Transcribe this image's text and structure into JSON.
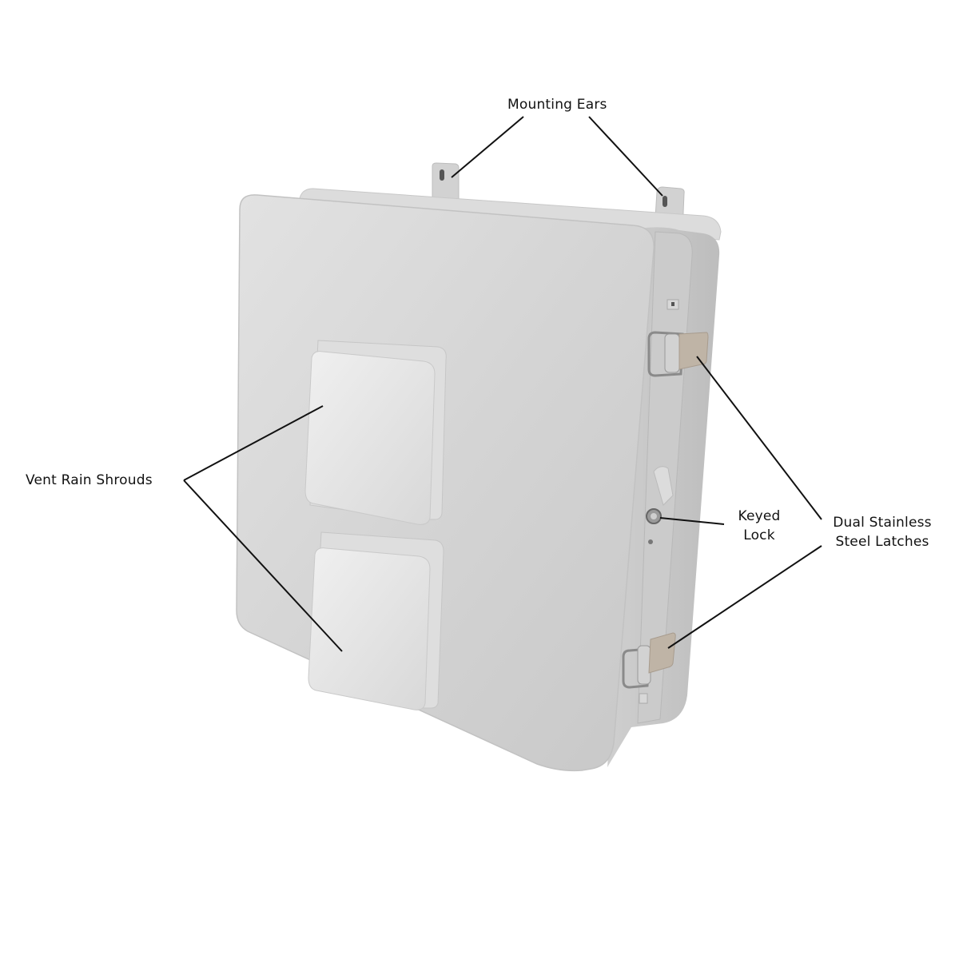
{
  "diagram": {
    "subject": "Non-metallic electrical enclosure with vent rain shrouds",
    "colors": {
      "background": "#ffffff",
      "enclosure_front": "#d6d6d6",
      "enclosure_side": "#c4c4c4",
      "enclosure_top": "#dcdcdc",
      "shroud": "#e6e6e6",
      "latch_metal": "#b8b8b8",
      "latch_plate": "#bfb4a6",
      "leader_line": "#111111",
      "label_text": "#111111"
    },
    "callouts": [
      {
        "id": "mounting-ears",
        "text": "Mounting Ears",
        "targets": 2
      },
      {
        "id": "vent-rain-shrouds",
        "text": "Vent Rain Shrouds",
        "targets": 2
      },
      {
        "id": "keyed-lock",
        "lines": [
          "Keyed",
          "Lock"
        ],
        "targets": 1
      },
      {
        "id": "dual-stainless-steel-latches",
        "lines": [
          "Dual Stainless",
          "Steel Latches"
        ],
        "targets": 2
      }
    ]
  },
  "labels": {
    "mounting_ears": "Mounting Ears",
    "vent_rain_shrouds": "Vent Rain Shrouds",
    "keyed_lock_line1": "Keyed",
    "keyed_lock_line2": "Lock",
    "latches_line1": "Dual Stainless",
    "latches_line2": "Steel Latches"
  }
}
